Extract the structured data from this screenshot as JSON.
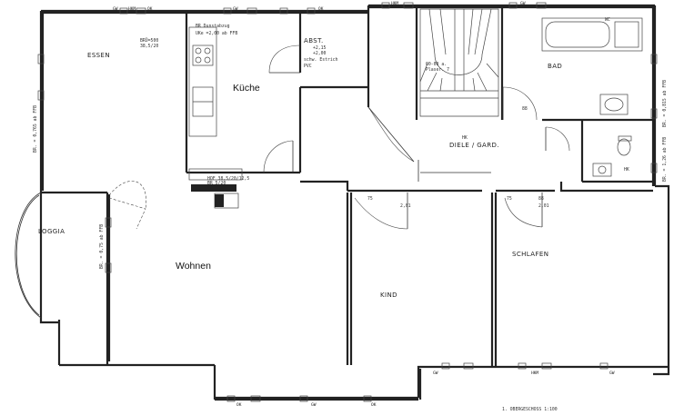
{
  "rooms": {
    "essen": "ESSEN",
    "kueche": "Küche",
    "abst": "ABST.",
    "bad": "BAD",
    "diele": "DIELE / GARD.",
    "loggia": "LOGGIA",
    "wohnen": "Wohnen",
    "kind": "KIND",
    "schlafen": "SCHLAFEN",
    "wc": "WC",
    "hk": "HK"
  },
  "annotations": {
    "abst_note1": "+2,15",
    "abst_note2": "+2,00",
    "abst_note3": "schw. Estrich",
    "abst_note4": "PVC",
    "kitchen_note1": "BR Dunstabzug",
    "kitchen_note2": "UKe =2,00 ab FFB",
    "essen_win1": "BRÜ=500",
    "essen_win2": "38,5/20",
    "stair_note1": "00-00 a.",
    "stair_note2": "Plaser. 7",
    "chimney_note": "HOF 38,5/20/12,5",
    "chimney_note2": "BR 5/20",
    "bad_window": "BR. = 0,815 ab FFB",
    "bad_window2": "BR. = 1,26 ab FFB",
    "essen_side": "BR. = 0,765 ab FFB",
    "loggia_side": "BR. = 0,75 ab FFB",
    "diele_door": "88",
    "door_75_a": "75",
    "door_75_b": "75",
    "door_88": "88",
    "door_hk": "HK",
    "dim_201_a": "2,01",
    "dim_201_b": "2,01",
    "footer_note": "1. OBERGESCHOSS 1:100"
  },
  "window_codes": [
    "GW",
    "HKM",
    "OK",
    "GW",
    "OK",
    "HKM",
    "GW",
    "OK",
    "GW",
    "OK",
    "GW",
    "HKM",
    "GW"
  ]
}
